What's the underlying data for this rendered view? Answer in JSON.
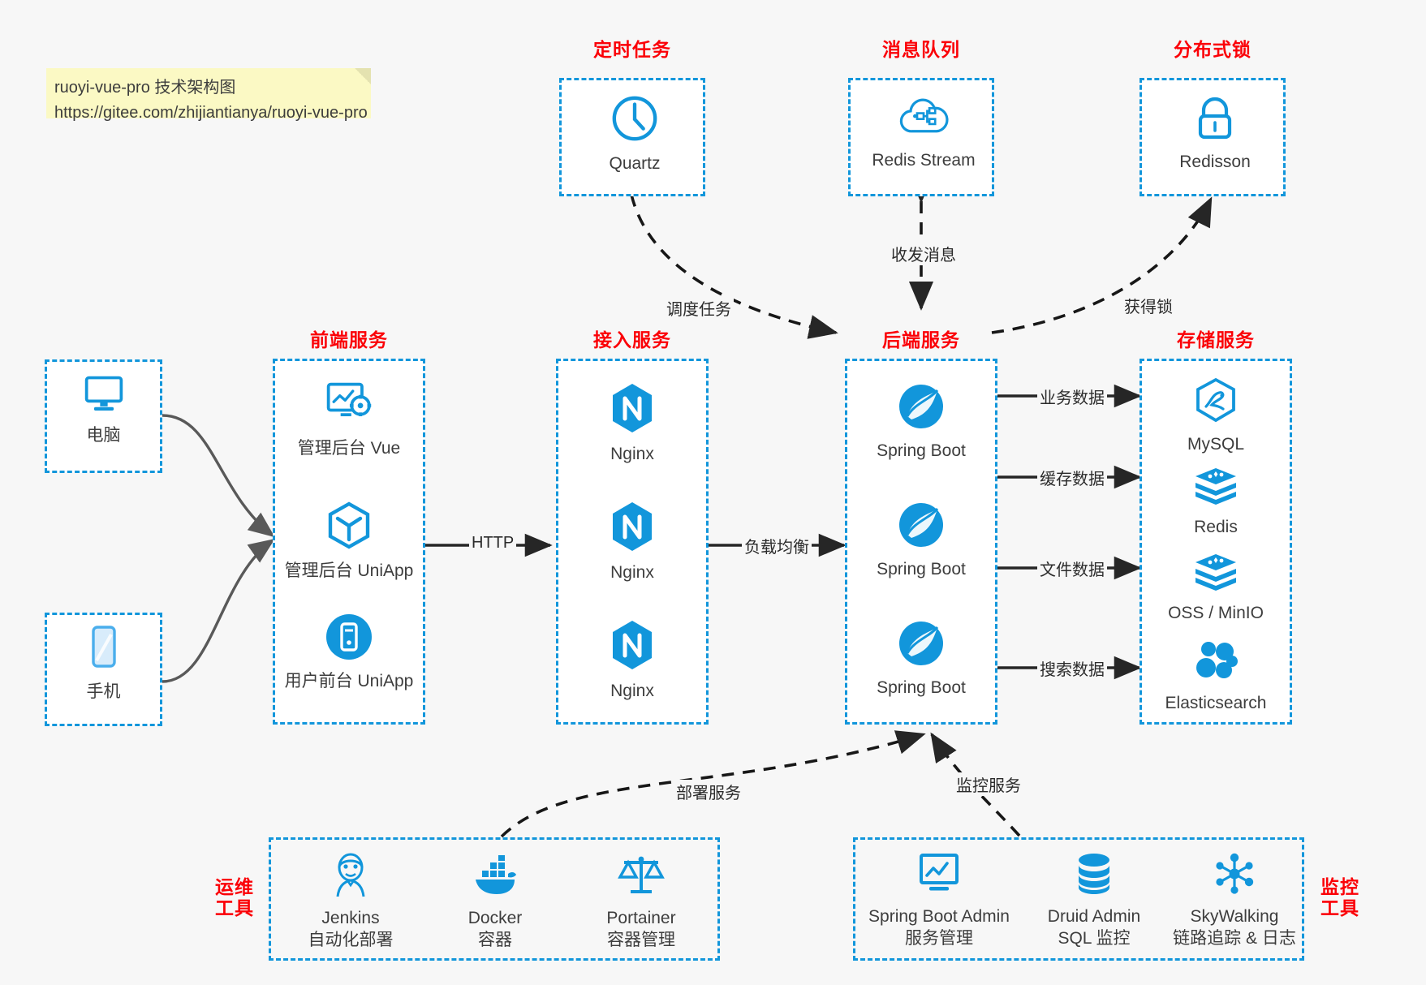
{
  "note": {
    "line1": "ruoyi-vue-pro 技术架构图",
    "line2": "https://gitee.com/zhijiantianya/ruoyi-vue-pro"
  },
  "groups": {
    "scheduler": {
      "title": "定时任务"
    },
    "mq": {
      "title": "消息队列"
    },
    "lock": {
      "title": "分布式锁"
    },
    "frontend": {
      "title": "前端服务"
    },
    "gateway": {
      "title": "接入服务"
    },
    "backend": {
      "title": "后端服务"
    },
    "storage": {
      "title": "存储服务"
    },
    "devops": {
      "title": "运维\n工具",
      "line1": "运维",
      "line2": "工具"
    },
    "monitor": {
      "title": "监控\n工具",
      "line1": "监控",
      "line2": "工具"
    }
  },
  "nodes": {
    "quartz": {
      "label": "Quartz",
      "icon": "clock-icon"
    },
    "redis_stream": {
      "label": "Redis Stream",
      "icon": "cloud-stream-icon"
    },
    "redisson": {
      "label": "Redisson",
      "icon": "lock-icon"
    },
    "pc": {
      "label": "电脑",
      "icon": "desktop-icon"
    },
    "phone": {
      "label": "手机",
      "icon": "mobile-icon"
    },
    "admin_vue": {
      "label": "管理后台 Vue",
      "icon": "dashboard-icon"
    },
    "admin_uniapp": {
      "label": "管理后台 UniApp",
      "icon": "cube-icon"
    },
    "user_uniapp": {
      "label": "用户前台 UniApp",
      "icon": "app-icon"
    },
    "nginx1": {
      "label": "Nginx",
      "icon": "nginx-icon"
    },
    "nginx2": {
      "label": "Nginx",
      "icon": "nginx-icon"
    },
    "nginx3": {
      "label": "Nginx",
      "icon": "nginx-icon"
    },
    "boot1": {
      "label": "Spring Boot",
      "icon": "spring-icon"
    },
    "boot2": {
      "label": "Spring Boot",
      "icon": "spring-icon"
    },
    "boot3": {
      "label": "Spring Boot",
      "icon": "spring-icon"
    },
    "mysql": {
      "label": "MySQL",
      "icon": "mysql-icon"
    },
    "redis": {
      "label": "Redis",
      "icon": "redis-icon"
    },
    "oss": {
      "label": "OSS / MinIO",
      "icon": "redis-icon"
    },
    "es": {
      "label": "Elasticsearch",
      "icon": "elasticsearch-icon"
    },
    "jenkins": {
      "label": "Jenkins",
      "sub": "自动化部署",
      "icon": "jenkins-icon"
    },
    "docker": {
      "label": "Docker",
      "sub": "容器",
      "icon": "docker-icon"
    },
    "portainer": {
      "label": "Portainer",
      "sub": "容器管理",
      "icon": "scales-icon"
    },
    "sba": {
      "label": "Spring Boot Admin",
      "sub": "服务管理",
      "icon": "monitor-chart-icon"
    },
    "druid": {
      "label": "Druid Admin",
      "sub": "SQL 监控",
      "icon": "database-icon"
    },
    "skywalking": {
      "label": "SkyWalking",
      "sub": "链路追踪 & 日志",
      "icon": "network-icon"
    }
  },
  "edges": {
    "http": "HTTP",
    "lb": "负载均衡",
    "schedule": "调度任务",
    "mq_io": "收发消息",
    "get_lock": "获得锁",
    "biz_data": "业务数据",
    "cache_data": "缓存数据",
    "file_data": "文件数据",
    "search_data": "搜索数据",
    "deploy": "部署服务",
    "monitoring": "监控服务"
  },
  "colors": {
    "accent": "#1296db",
    "title": "#fb0007",
    "arrow": "#262626",
    "text": "#3d3d3d",
    "note_bg": "#fbf9c4",
    "page_bg": "#f7f7f7"
  }
}
